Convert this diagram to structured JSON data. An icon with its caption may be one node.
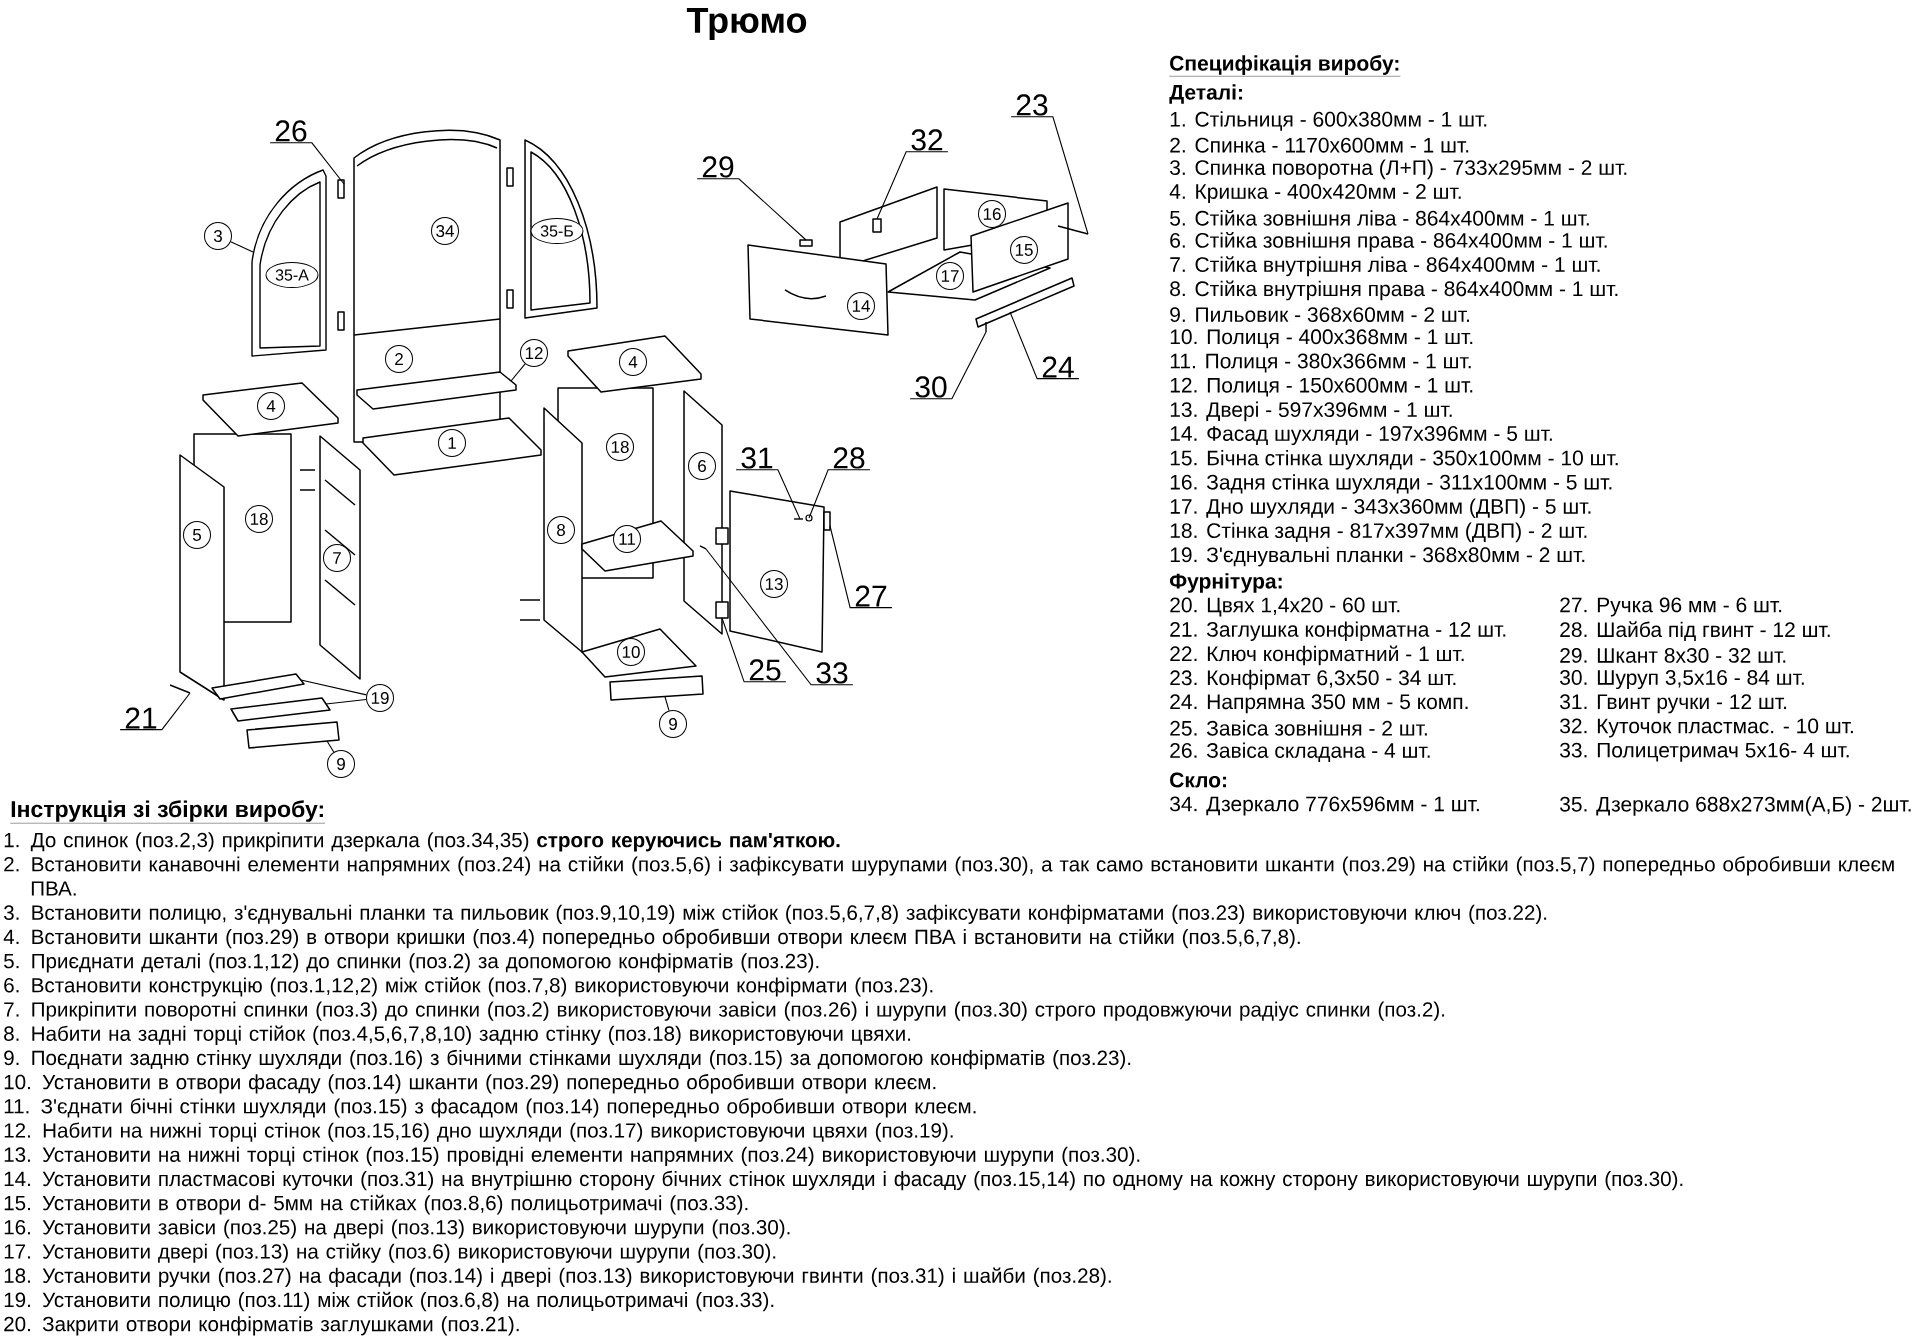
{
  "diagram": {
    "title": "Трюмо",
    "nodes": [
      {
        "text": [
          "26"
        ]
      },
      {
        "text": [
          "3"
        ]
      },
      {
        "text": [],
        "shape": "picture"
      },
      {
        "text": [
          "35-А"
        ],
        "in": 2
      },
      {
        "text": [
          "34"
        ]
      },
      {
        "text": [
          "35-Б"
        ]
      },
      {
        "text": [
          "2"
        ]
      },
      {
        "text": [
          "12"
        ]
      },
      {
        "text": [
          "4"
        ]
      },
      {
        "text": [
          "4"
        ]
      },
      {
        "text": [
          "1"
        ]
      },
      {
        "text": [
          "18"
        ]
      },
      {
        "text": [
          "5"
        ]
      },
      {
        "text": [
          "7"
        ]
      },
      {
        "text": [
          "18"
        ]
      },
      {
        "text": [
          "6"
        ]
      },
      {
        "text": [
          "8"
        ]
      },
      {
        "text": [
          "11"
        ]
      },
      {
        "text": [
          "10"
        ]
      },
      {
        "text": [
          "19"
        ]
      },
      {
        "text": [
          "21"
        ]
      },
      {
        "text": [
          "9"
        ]
      },
      {
        "text": [
          "9"
        ]
      },
      {
        "text": [
          "29"
        ]
      },
      {
        "text": [
          "32"
        ]
      },
      {
        "text": [
          "23"
        ]
      },
      {
        "text": [
          "16"
        ]
      },
      {
        "text": [
          "15"
        ]
      },
      {
        "text": [
          "17"
        ]
      },
      {
        "text": [
          "14"
        ]
      },
      {
        "text": [
          "24"
        ]
      },
      {
        "text": [
          "30"
        ]
      },
      {
        "text": [
          "31"
        ]
      },
      {
        "text": [
          "28"
        ]
      },
      {
        "text": [
          "13"
        ]
      },
      {
        "text": [
          "27"
        ]
      },
      {
        "text": [
          "25"
        ]
      },
      {
        "text": [
          "33"
        ]
      },
      {
        "text": [],
        "shape": "box"
      },
      {
        "text": [],
        "shape": "bar"
      },
      {
        "text": [],
        "shape": "bar"
      },
      {
        "text": [],
        "shape": "bar"
      },
      {
        "text": [],
        "shape": "picture"
      },
      {
        "text": [],
        "shape": "bar"
      },
      {
        "text": [],
        "shape": "bar"
      },
      {
        "text": [],
        "shape": "box"
      },
      {
        "text": [],
        "shape": "box"
      },
      {
        "text": [],
        "shape": "picture"
      },
      {
        "text": [],
        "shape": "bar"
      },
      {
        "text": [],
        "shape": "picture"
      },
      {
        "text": [],
        "shape": "picture"
      },
      {
        "text": [],
        "shape": "circle"
      },
      {
        "text": [],
        "shape": "box"
      },
      {
        "text": [],
        "shape": "box"
      },
      {
        "text": [],
        "shape": "picture"
      }
    ],
    "edges": [
      {
        "from": 0,
        "to": 38,
        "arrow": "none"
      },
      {
        "from": 1,
        "to": 2,
        "arrow": "none"
      },
      {
        "from": 7,
        "to": 39,
        "arrow": "none"
      },
      {
        "from": 19,
        "to": 40,
        "arrow": "none"
      },
      {
        "from": 19,
        "to": 41,
        "arrow": "none"
      },
      {
        "from": 20,
        "to": 42,
        "arrow": "none"
      },
      {
        "from": 21,
        "to": 43,
        "arrow": "none"
      },
      {
        "from": 22,
        "to": 44,
        "arrow": "none"
      },
      {
        "from": 23,
        "to": 45,
        "arrow": "none"
      },
      {
        "from": 24,
        "to": 46,
        "arrow": "none"
      },
      {
        "from": 25,
        "to": 47,
        "arrow": "none"
      },
      {
        "from": 30,
        "to": 48,
        "arrow": "none"
      },
      {
        "from": 31,
        "to": 49,
        "arrow": "none"
      },
      {
        "from": 32,
        "to": 50,
        "arrow": "none"
      },
      {
        "from": 33,
        "to": 51,
        "arrow": "none"
      },
      {
        "from": 35,
        "to": 52,
        "arrow": "none"
      },
      {
        "from": 36,
        "to": 53,
        "arrow": "none"
      },
      {
        "from": 37,
        "to": 54,
        "arrow": "none"
      }
    ],
    "labels": [
      "Специфікація виробу:",
      "Деталі:",
      "1. Стільниця - 600х380мм - 1 шт.",
      "2. Спинка - 1170х600мм - 1 шт.",
      "3. Спинка поворотна (Л+П) - 733х295мм - 2 шт.",
      "4. Кришка - 400х420мм - 2 шт.",
      "5. Стійка зовнішня ліва - 864х400мм - 1 шт.",
      "6. Стійка зовнішня права - 864х400мм - 1 шт.",
      "7. Стійка внутрішня ліва - 864х400мм - 1 шт.",
      "8. Стійка внутрішня права - 864х400мм - 1 шт.",
      "9. Пильовик - 368х60мм - 2 шт.",
      "10. Полиця - 400х368мм - 1 шт.",
      "11. Полиця - 380х366мм - 1 шт.",
      "12. Полиця - 150х600мм - 1 шт.",
      "13. Двері - 597х396мм - 1 шт.",
      "14. Фасад шухляди - 197х396мм - 5 шт.",
      "15. Бічна стінка шухляди - 350х100мм - 10 шт.",
      "16. Задня стінка шухляди - 311х100мм - 5 шт.",
      "17. Дно шухляди - 343х360мм (ДВП) - 5 шт.",
      "18. Стінка задня - 817х397мм (ДВП) - 2 шт.",
      "19. З'єднувальні планки - 368х80мм - 2 шт.",
      "Фурнітура:",
      "20. Цвях 1,4х20 - 60 шт.",
      "27. Ручка 96 мм - 6 шт.",
      "21. Заглушка конфірматна - 12 шт.",
      "28. Шайба під гвинт - 12 шт.",
      "22. Ключ конфірматний - 1 шт.",
      "29. Шкант 8х30 - 32 шт.",
      "23. Конфірмат 6,3х50 - 34 шт.",
      "30. Шуруп 3,5х16 - 84 шт.",
      "24. Напрямна 350 мм - 5 комп.",
      "31. Гвинт ручки - 12 шт.",
      "25. Завіса зовнішня - 2 шт.",
      "32. Куточок пластмас. - 10 шт.",
      "26. Завіса складана - 4 шт.",
      "33. Полицетримач 5х16- 4 шт.",
      "Скло:",
      "Інструкція зі збірки виробу:",
      "34. Дзеркало 776х596мм - 1 шт.",
      "35. Дзеркало 688х273мм(А,Б) - 2шт.",
      "1. До спинок (поз.2,3) прикріпити дзеркала (поз.34,35) **строго керуючись пам'яткою.**",
      "2. Встановити канавочні елементи напрямних (поз.24) на стійки (поз.5,6) і зафіксувати шурупами (поз.30), а так само встановити шканти (поз.29) на стійки (поз.5,7) попередньо обробивши клеєм ПВА.",
      "3. Встановити полицю, з'єднувальні планки та пильовик (поз.9,10,19) між стійок (поз.5,6,7,8) зафіксувати конфірматами (поз.23) використовуючи ключ (поз.22).",
      "4. Встановити шканти (поз.29) в отвори кришки (поз.4) попередньо обробивши отвори клеєм ПВА і встановити на стійки (поз.5,6,7,8).",
      "5. Приєднати деталі (поз.1,12) до спинки (поз.2) за допомогою конфірматів (поз.23).",
      "6. Встановити конструкцію (поз.1,12,2) між стійок (поз.7,8) використовуючи конфірмати (поз.23).",
      "7. Прикріпити поворотні спинки (поз.3) до спинки (поз.2) використовуючи завіси (поз.26) і шурупи (поз.30) строго продовжуючи радіус спинки (поз.2).",
      "8. Набити на задні торці стійок (поз.4,5,6,7,8,10) задню стінку (поз.18) використовуючи цвяхи.",
      "9. Поєднати задню стінку шухляди (поз.16) з бічними стінками шухляди (поз.15) за допомогою конфірматів (поз.23).",
      "10. Установити в отвори фасаду (поз.14) шканти (поз.29) попередньо обробивши отвори клеєм.",
      "11. З'єднати бічні стінки шухляди (поз.15) з фасадом (поз.14) попередньо обробивши отвори клеєм.",
      "12. Набити на нижні торці стінок (поз.15,16) дно шухляди (поз.17) використовуючи цвяхи (поз.19).",
      "13. Установити на нижні торці стінок (поз.15) провідні елементи напрямних (поз.24) використовуючи шурупи (поз.30).",
      "14. Установити пластмасові куточки (поз.31) на внутрішню сторону бічних стінок шухляди і фасаду (поз.15,14) по одному на кожну сторону використовуючи шурупи (поз.30).",
      "15. Установити в отвори d- 5мм на стійках (поз.8,6) полицьотримачі (поз.33).",
      "16. Установити завіси (поз.25) на двері (поз.13) використовуючи шурупи (поз.30).",
      "17. Установити двері (поз.13) на стійку (поз.6) використовуючи шурупи (поз.30).",
      "18. Установити ручки (поз.27) на фасади (поз.14) і двері (поз.13) використовуючи гвинти (поз.31) і шайби (поз.28).",
      "19. Установити полицю (поз.11) між стійок (поз.6,8) на полицьотримачі (поз.33).",
      "20. Закрити отвори конфірматів заглушками (поз.21)."
    ]
  }
}
